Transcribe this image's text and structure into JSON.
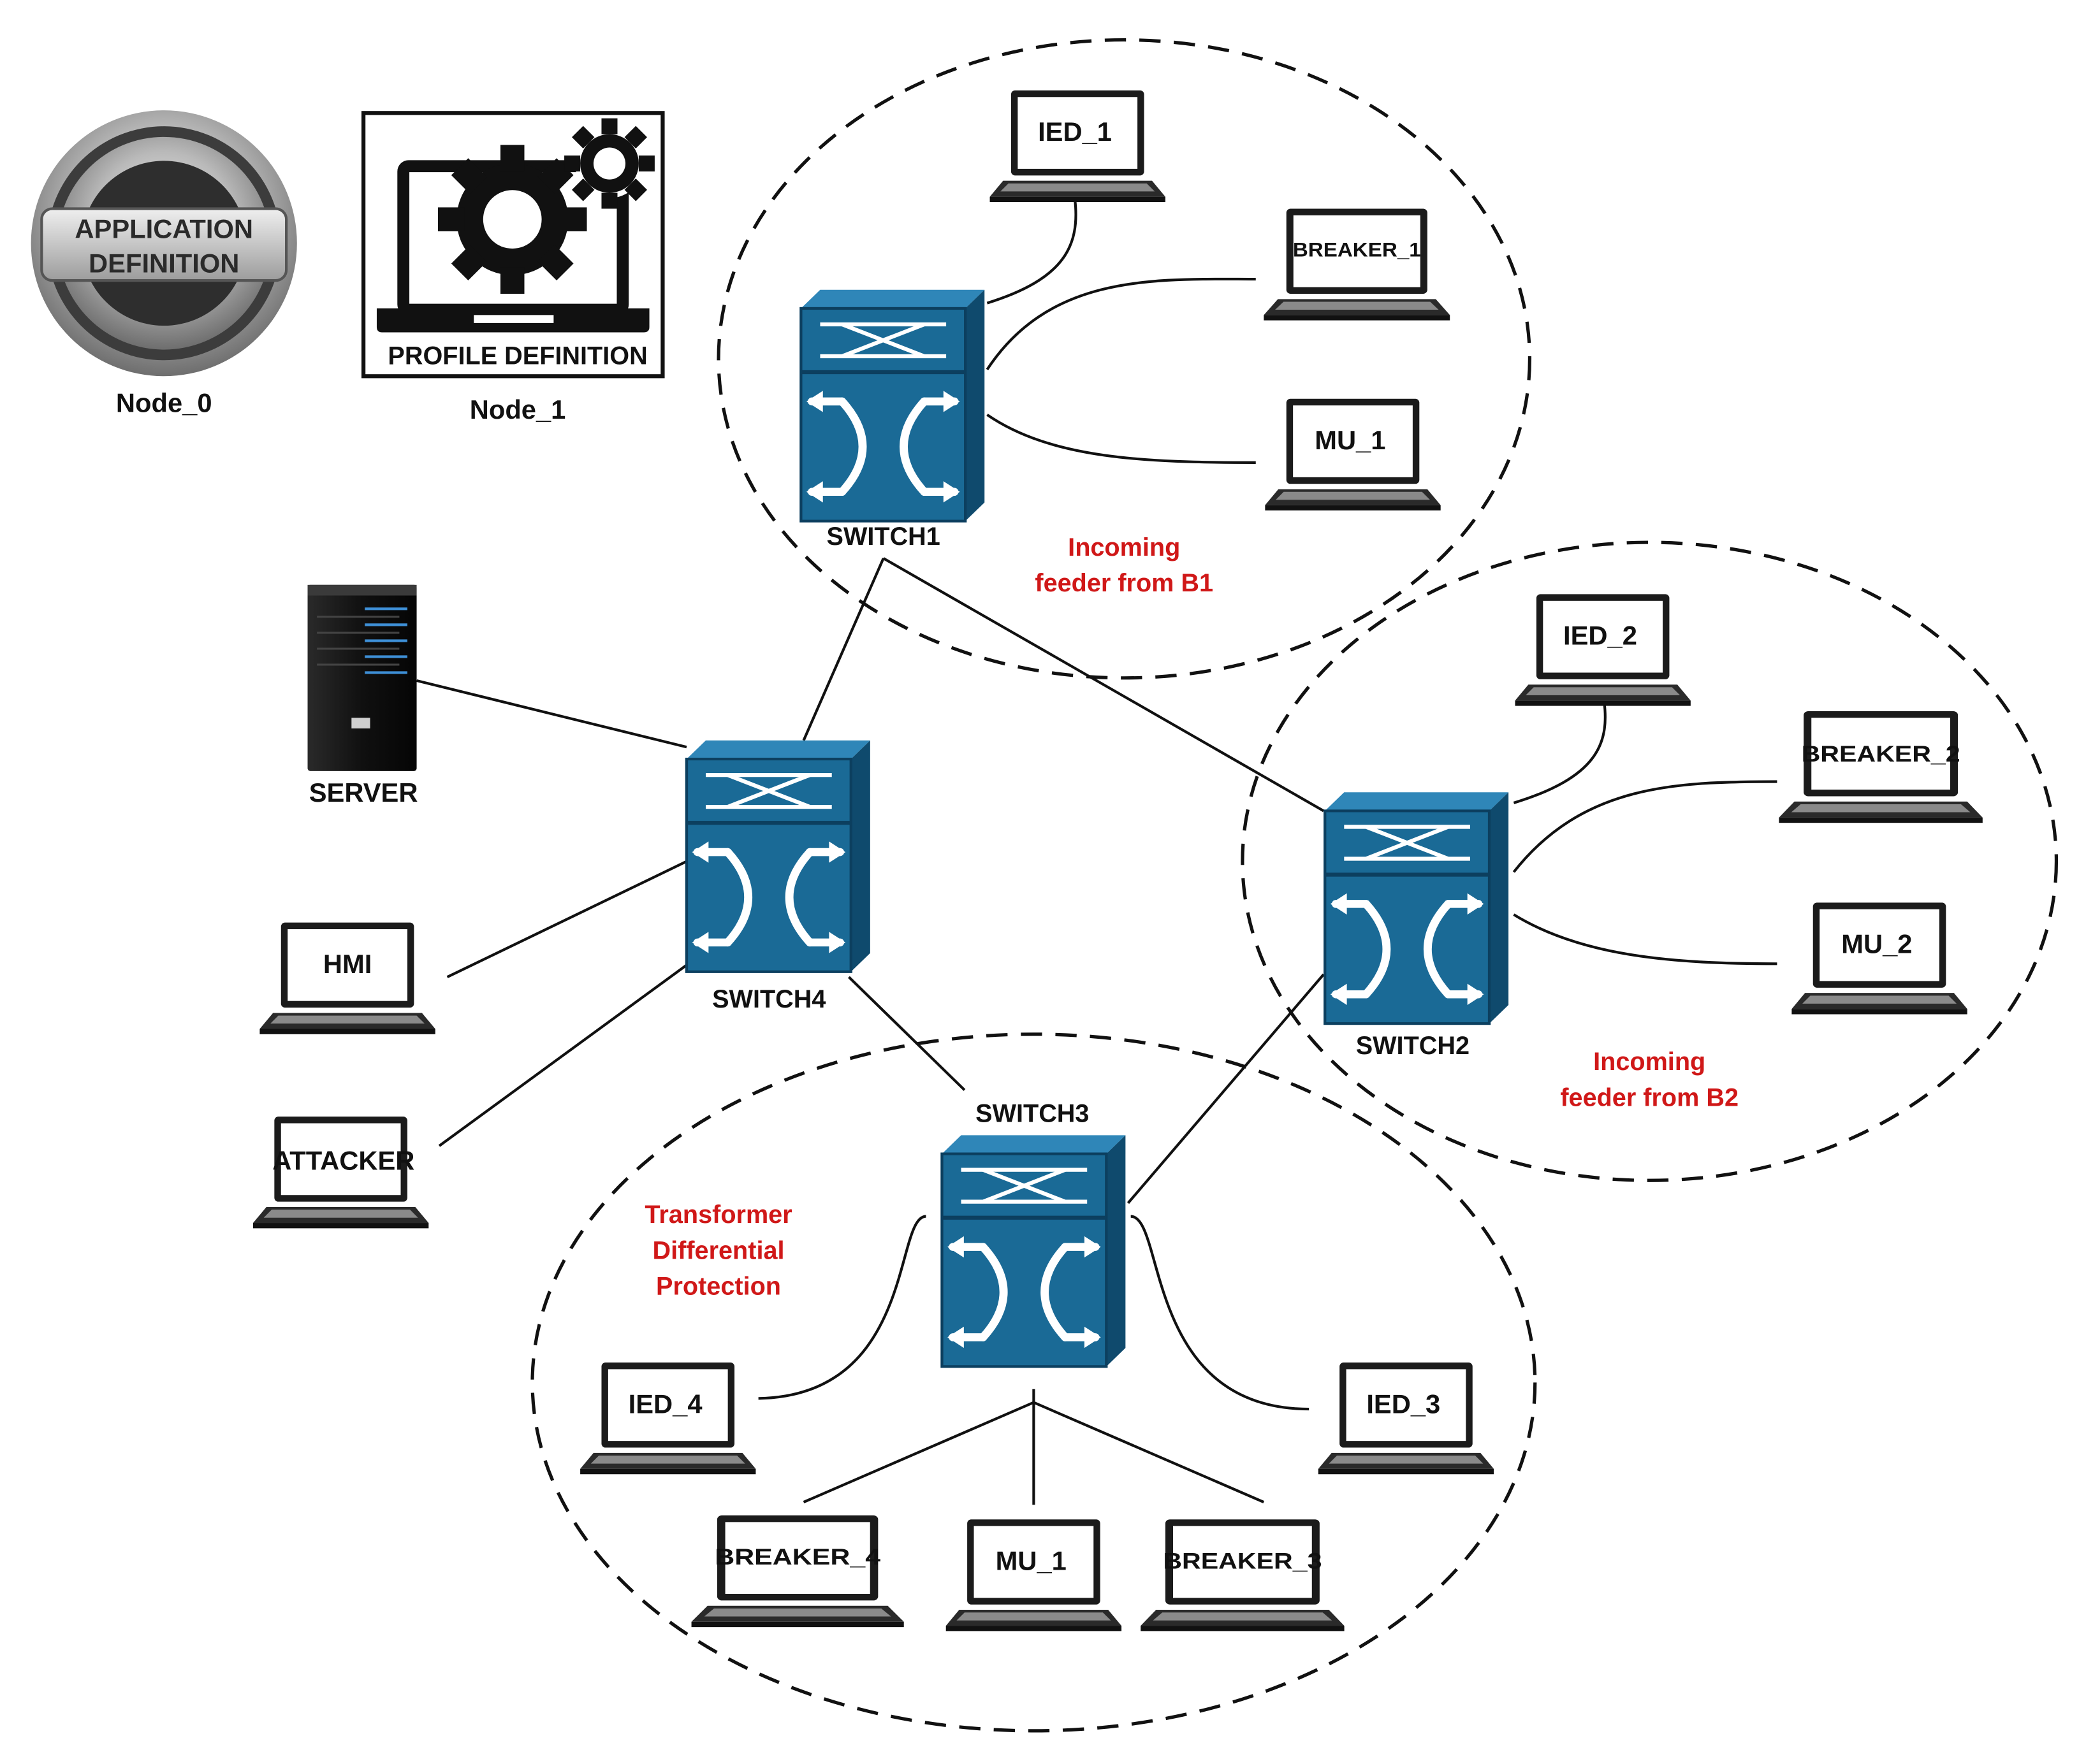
{
  "colors": {
    "switch_body": "#1a6a96",
    "switch_dark": "#0c3f5f",
    "switch_side": "#124f73",
    "annotation": "#d01818",
    "line": "#111111"
  },
  "nodes": {
    "node0": {
      "badge_line1": "APPLICATION",
      "badge_line2": "DEFINITION",
      "label": "Node_0",
      "icon": "application-badge-icon"
    },
    "node1": {
      "banner": "PROFILE DEFINITION",
      "label": "Node_1",
      "icon": "laptop-gears-icon"
    },
    "server": {
      "label": "SERVER",
      "icon": "server-tower-icon"
    },
    "hmi": {
      "label": "HMI"
    },
    "attacker": {
      "label": "ATTACKER"
    }
  },
  "switches": {
    "switch1": "SWITCH1",
    "switch2": "SWITCH2",
    "switch3": "SWITCH3",
    "switch4": "SWITCH4"
  },
  "groups": {
    "b1": {
      "note_line1": "Incoming",
      "note_line2": "feeder from B1",
      "devices": {
        "ied": "IED_1",
        "breaker": "BREAKER_1",
        "mu": "MU_1"
      }
    },
    "b2": {
      "note_line1": "Incoming",
      "note_line2": "feeder from B2",
      "devices": {
        "ied": "IED_2",
        "breaker": "BREAKER_2",
        "mu": "MU_2"
      }
    },
    "transformer": {
      "note_line1": "Transformer",
      "note_line2": "Differential",
      "note_line3": "Protection",
      "devices": {
        "ied4": "IED_4",
        "ied3": "IED_3",
        "breaker4": "BREAKER_4",
        "mu": "MU_1",
        "breaker3": "BREAKER_3"
      }
    }
  }
}
